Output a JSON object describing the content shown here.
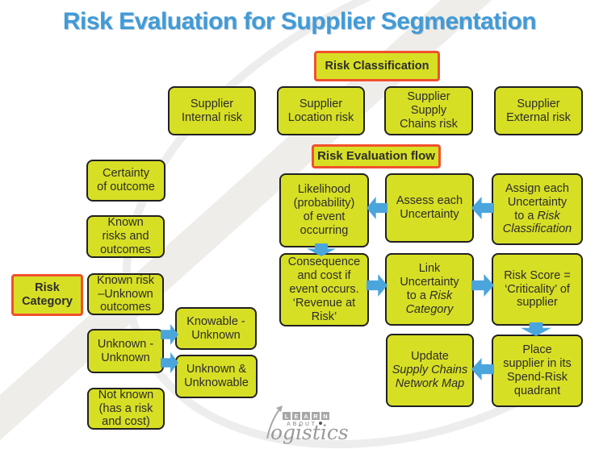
{
  "title": "Risk Evaluation for Supplier Segmentation",
  "colors": {
    "title_blue": "#419BD7",
    "box_fill": "#D7DF25",
    "box_border": "#212121",
    "highlight_border": "#F1502C",
    "arrow_blue": "#4BA5DD"
  },
  "boxes": {
    "risk_classification": [
      "Risk Classification"
    ],
    "supplier_internal": [
      "Supplier",
      "Internal risk"
    ],
    "supplier_location": [
      "Supplier",
      "Location risk"
    ],
    "supplier_supply_chains": [
      "Supplier",
      "Supply",
      "Chains risk"
    ],
    "supplier_external": [
      "Supplier",
      "External risk"
    ],
    "risk_evaluation_flow": [
      "Risk Evaluation flow"
    ],
    "certainty_of_outcome": [
      "Certainty",
      "of outcome"
    ],
    "known_risks_outcomes": [
      "Known",
      "risks and",
      "outcomes"
    ],
    "risk_category": [
      "Risk",
      "Category"
    ],
    "known_risk_unknown_outcomes": [
      "Known risk",
      "–Unknown",
      "outcomes"
    ],
    "unknown_unknown": [
      "Unknown -",
      "Unknown"
    ],
    "not_known": [
      "Not known",
      "(has a risk",
      "and cost)"
    ],
    "knowable_unknown": [
      "Knowable -",
      "Unknown"
    ],
    "unknown_unknowable": [
      "Unknown &",
      "Unknowable"
    ],
    "likelihood": [
      "Likelihood",
      "(probability)",
      "of event",
      "occurring"
    ],
    "assess": [
      "Assess each",
      "Uncertainty"
    ],
    "assign": [
      "Assign each",
      "Uncertainty",
      "to a ",
      "Risk",
      "Classification"
    ],
    "consequence": [
      "Consequence",
      "and cost if",
      "event occurs.",
      "‘Revenue at",
      "Risk’"
    ],
    "link_uncertainty": [
      "Link",
      "Uncertainty",
      "to a ",
      "Risk",
      "Category"
    ],
    "risk_score": [
      "Risk Score =",
      "‘Criticality’ of",
      "supplier"
    ],
    "update_map": [
      "Update",
      "Supply Chains",
      "Network Map"
    ],
    "place_supplier": [
      "Place",
      "supplier in its",
      "Spend-Risk",
      "quadrant"
    ]
  },
  "logo": {
    "letters": [
      "L",
      "E",
      "A",
      "R",
      "N"
    ],
    "about": "ABOUT",
    "script": "ogistics"
  }
}
